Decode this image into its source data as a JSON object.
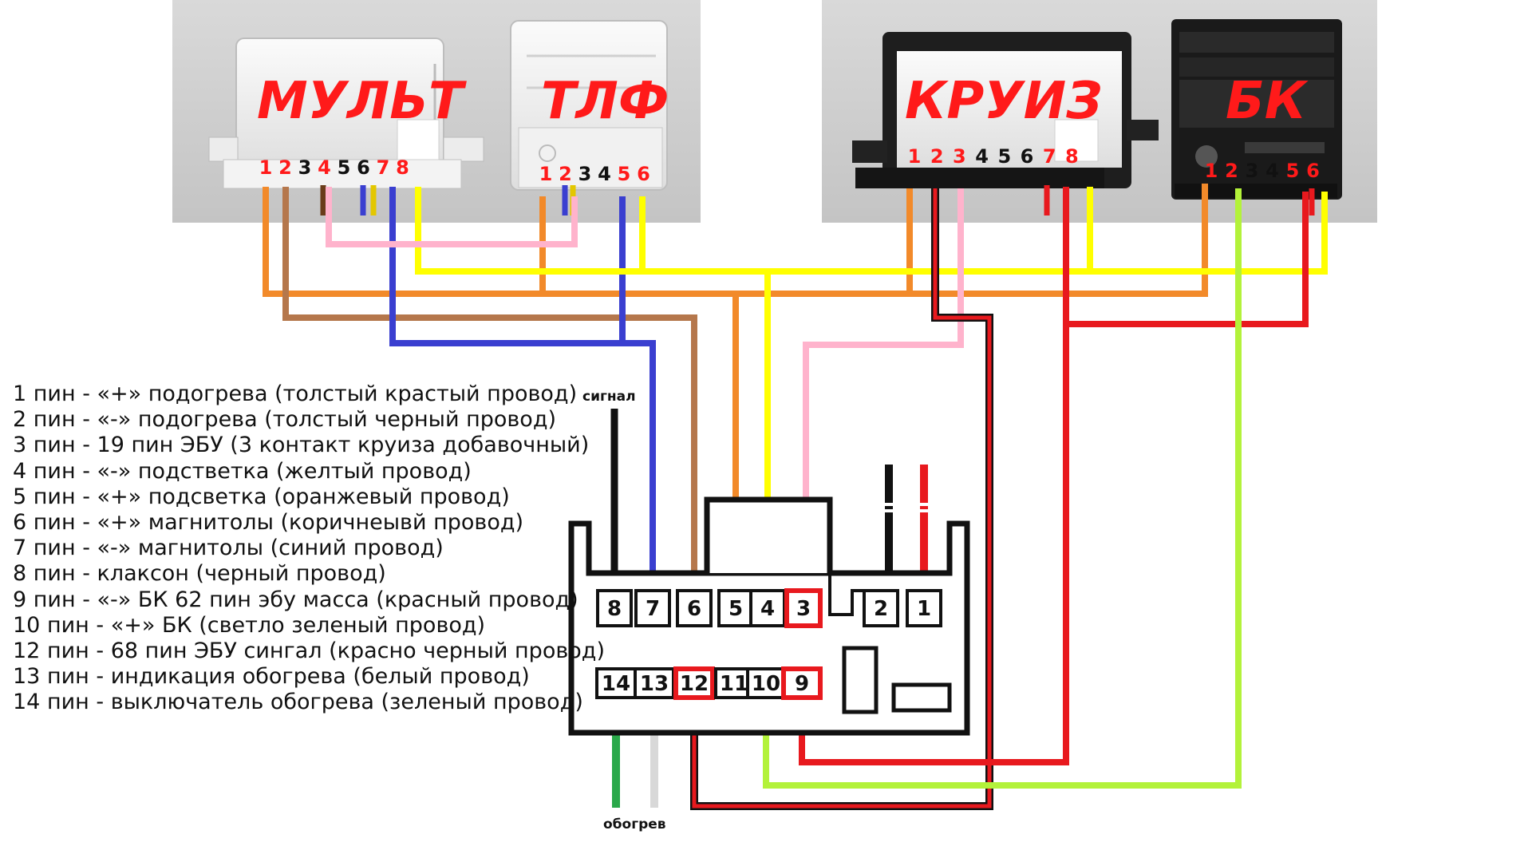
{
  "connectors": [
    {
      "title": "МУЛЬТ",
      "pins": [
        "1",
        "2",
        "3",
        "4",
        "5",
        "6",
        "7",
        "8"
      ],
      "red_pins": [
        "1",
        "2",
        "4",
        "7",
        "8"
      ]
    },
    {
      "title": "ТЛФ",
      "pins": [
        "1",
        "2",
        "3",
        "4",
        "5",
        "6"
      ],
      "red_pins": [
        "1",
        "2",
        "5",
        "6"
      ]
    },
    {
      "title": "КРУИЗ",
      "pins": [
        "1",
        "2",
        "3",
        "4",
        "5",
        "6",
        "7",
        "8"
      ],
      "red_pins": [
        "1",
        "2",
        "3",
        "7",
        "8"
      ]
    },
    {
      "title": "БК",
      "pins": [
        "1",
        "2",
        "3",
        "4",
        "5",
        "6"
      ],
      "red_pins": [
        "1",
        "2",
        "5",
        "6"
      ]
    }
  ],
  "main_connector": {
    "top_row": [
      "8",
      "7",
      "6",
      "5",
      "4",
      "3",
      "2",
      "1"
    ],
    "bottom_row": [
      "14",
      "13",
      "12",
      "11",
      "10",
      "9"
    ],
    "highlighted": [
      "3",
      "12",
      "9"
    ]
  },
  "callouts": {
    "signal": "сигнал",
    "heating": "обогрев"
  },
  "pin_descriptions": [
    "1 пин - «+» подогрева (толстый крастый провод)",
    "2 пин - «-» подогрева (толстый черный провод)",
    "3 пин - 19 пин ЭБУ (3 контакт круиза добавочный)",
    "4 пин - «-» подстветка (желтый провод)",
    "5 пин - «+» подсветка (оранжевый провод)",
    "6 пин - «+» магнитолы (коричнеывй провод)",
    "7 пин - «-» магнитолы (синий провод)",
    "8 пин - клаксон (черный провод)",
    "9 пин - «-» БК 62 пин эбу масса (красный провод)",
    "10 пин - «+» БК (светло зеленый провод)",
    "12 пин - 68 пин ЭБУ сингал (красно черный провод)",
    "13 пин - индикация обогрева (белый провод)",
    "14 пин - выключатель обогрева (зеленый провод)"
  ],
  "colors": {
    "orange": "#f28a2a",
    "brown": "#b5774c",
    "blue": "#3a3fd0",
    "yellow": "#ffff00",
    "pink": "#ffb3cc",
    "red": "#e8191e",
    "black": "#111111",
    "lightgreen": "#b3f23a",
    "green": "#2aa84a",
    "white": "#d8d8d8",
    "title_red": "#ff1a1a"
  }
}
